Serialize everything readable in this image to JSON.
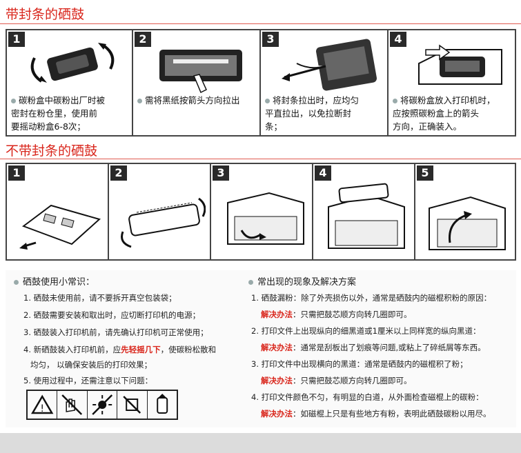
{
  "section1": {
    "title": "带封条的硒鼓",
    "steps": [
      {
        "num": "1",
        "caption_lines": [
          "碳粉盒中碳粉出厂时被",
          "密封在粉仓里，使用前",
          "要摇动粉盒6-8次；"
        ]
      },
      {
        "num": "2",
        "caption_lines": [
          "需将黑纸按箭头方向拉出"
        ]
      },
      {
        "num": "3",
        "caption_lines": [
          "将封条拉出时，应均匀",
          "平直拉出，以免拉断封",
          "条；"
        ]
      },
      {
        "num": "4",
        "caption_lines": [
          "将碳粉盒放入打印机时，",
          "应按照碳粉盒上的箭头",
          "方向，正确装入。"
        ]
      }
    ]
  },
  "section2": {
    "title": "不带封条的硒鼓",
    "steps": [
      {
        "num": "1"
      },
      {
        "num": "2"
      },
      {
        "num": "3"
      },
      {
        "num": "4"
      },
      {
        "num": "5"
      }
    ]
  },
  "tips": {
    "left_heading": "硒鼓使用小常识：",
    "left_items": [
      "1. 硒鼓未使用前，请不要拆开真空包装袋；",
      "2. 硒鼓需要安装和取出时，应切断打印机的电源；",
      "3. 硒鼓装入打印机前，请先确认打印机可正常使用；",
      {
        "pre": "4. 新硒鼓装入打印机前，应",
        "hl": "先轻摇几下",
        "post": "，使碳粉松散和"
      },
      "均匀， 以确保安装后的打印效果；",
      "5. 使用过程中，还需注意以下问题："
    ],
    "right_heading": "常出现的现象及解决方案",
    "solution_label": "解决办法",
    "right_items": [
      {
        "problem": "1. 硒鼓漏粉：除了外壳损伤以外，通常是硒鼓内的磁棍积粉的原因：",
        "solution": "：只需把鼓芯顺方向转几圈即可。"
      },
      {
        "problem": "2. 打印文件上出现纵向的细黑道或1厘米以上同样宽的纵向黑道：",
        "solution": "：通常是刮板出了划痕等问题,或粘上了碎纸屑等东西。"
      },
      {
        "problem": "3. 打印文件中出现横向的黑道：通常是硒鼓内的磁棍积了粉；",
        "solution": "：只需把鼓芯顺方向转几圈即可。"
      },
      {
        "problem": "4. 打印文件颜色不匀，有明显的白道，从外面检查磁棍上的碳粉：",
        "solution": "：如磁棍上只是有些地方有粉，表明此硒鼓碳粉以用尽。"
      }
    ]
  },
  "colors": {
    "accent_red": "#d9261c",
    "frame": "#444444"
  }
}
